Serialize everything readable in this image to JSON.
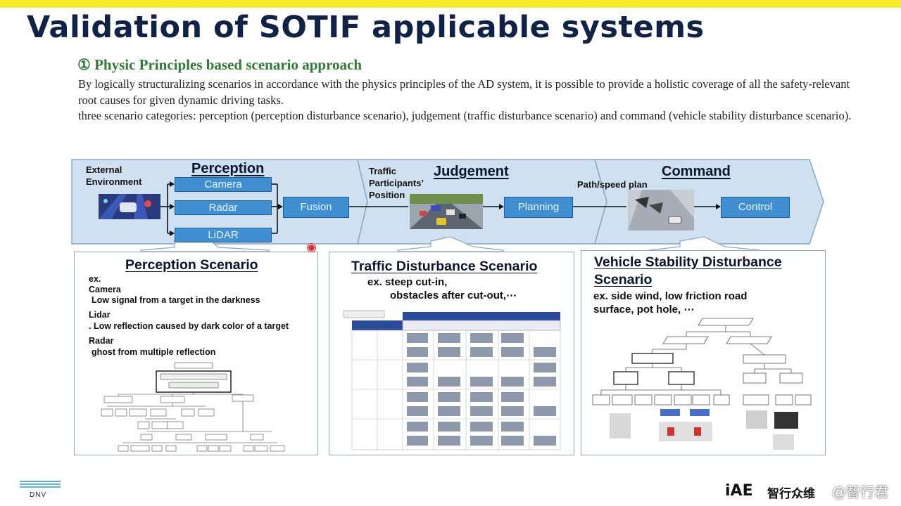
{
  "slide": {
    "title": "Validation of SOTIF applicable systems",
    "subheading": "① Physic Principles based scenario approach",
    "paragraph1": "By logically structuralizing scenarios in accordance with the physics principles of the AD system, it is possible to provide a holistic coverage of all the safety-relevant root causes for given dynamic driving tasks.",
    "paragraph2": "three scenario categories: perception (perception disturbance scenario), judgement (traffic disturbance scenario) and command (vehicle stability disturbance scenario)."
  },
  "flow": {
    "external_environment": "External\nEnvironment",
    "perception": "Perception",
    "camera": "Camera",
    "radar": "Radar",
    "lidar": "LiDAR",
    "fusion": "Fusion",
    "traffic_participants": "Traffic\nParticipants’\nPosition",
    "judgement": "Judgement",
    "planning": "Planning",
    "path_speed": "Path/speed plan",
    "command": "Command",
    "control": "Control"
  },
  "panels": {
    "perception": {
      "title": "Perception Scenario",
      "ex": "ex.",
      "camera": "Camera",
      "camera_desc": "Low signal from a target in the darkness",
      "lidar": "Lidar",
      "lidar_desc": ". Low reflection caused by dark color of a target",
      "radar": "Radar",
      "radar_desc": "ghost from multiple reflection"
    },
    "traffic": {
      "title": "Traffic Disturbance Scenario",
      "line1": "ex. steep cut-in,",
      "line2": "obstacles after cut-out,⋯"
    },
    "vehicle": {
      "title_line1": "Vehicle Stability Disturbance",
      "title_line2": "Scenario",
      "line1": "ex. side wind, low friction road",
      "line2": "surface, pot hole, ⋯"
    }
  },
  "footer": {
    "dnv": "DNV",
    "brand": "智行众维",
    "watermark": "@智行君"
  },
  "colors": {
    "top_bar": "#f5ec2b",
    "title": "#102245",
    "subheading": "#2f7a35",
    "process_box": "#3f8fd2",
    "band": "#cfe0f1"
  }
}
